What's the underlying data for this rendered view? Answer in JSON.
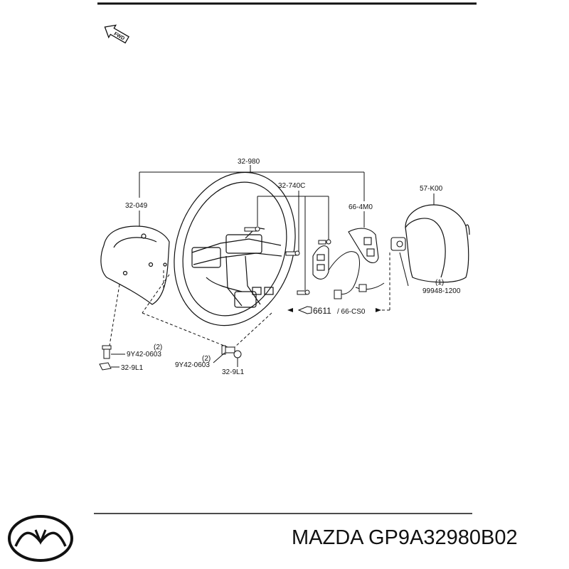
{
  "fwd_label": "FWD",
  "parts": {
    "steering_wheel": "32-980",
    "rear_cover": "32-049",
    "switch": "32-740C",
    "switch_bracket": "66-4M0",
    "airbag": "57-K00",
    "nut_qty": "(1)",
    "nut": "99948-1200",
    "ref_main": "6611",
    "ref_sub": "/ 66-CS0",
    "bolt_left_qty": "(2)",
    "bolt_left": "9Y42-0603",
    "clip_left": "32-9L1",
    "bolt_right_qty": "(2)",
    "bolt_right": "9Y42-0603",
    "clip_right": "32-9L1"
  },
  "footer": {
    "brand_part": "MAZDA GP9A32980B02"
  }
}
